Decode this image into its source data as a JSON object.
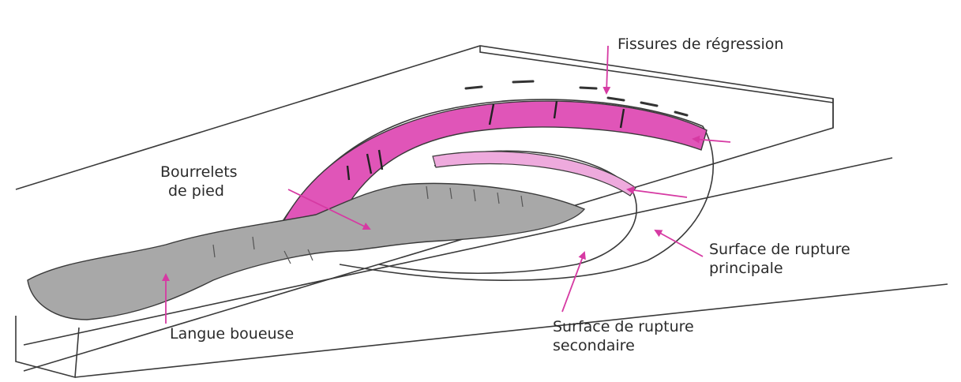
{
  "colors": {
    "outline": "#3a3a3a",
    "pink_band": "#e055b8",
    "pink_arrow": "#d63aa3",
    "mud_grey": "#a8a8a8"
  },
  "labels": {
    "fissures": "Fissures de régression",
    "bourrelets_line1": "Bourrelets",
    "bourrelets_line2": "de pied",
    "rupture_principale_line1": "Surface de rupture",
    "rupture_principale_line2": "principale",
    "langue": "Langue boueuse",
    "rupture_secondaire_line1": "Surface de rupture",
    "rupture_secondaire_line2": "secondaire"
  }
}
